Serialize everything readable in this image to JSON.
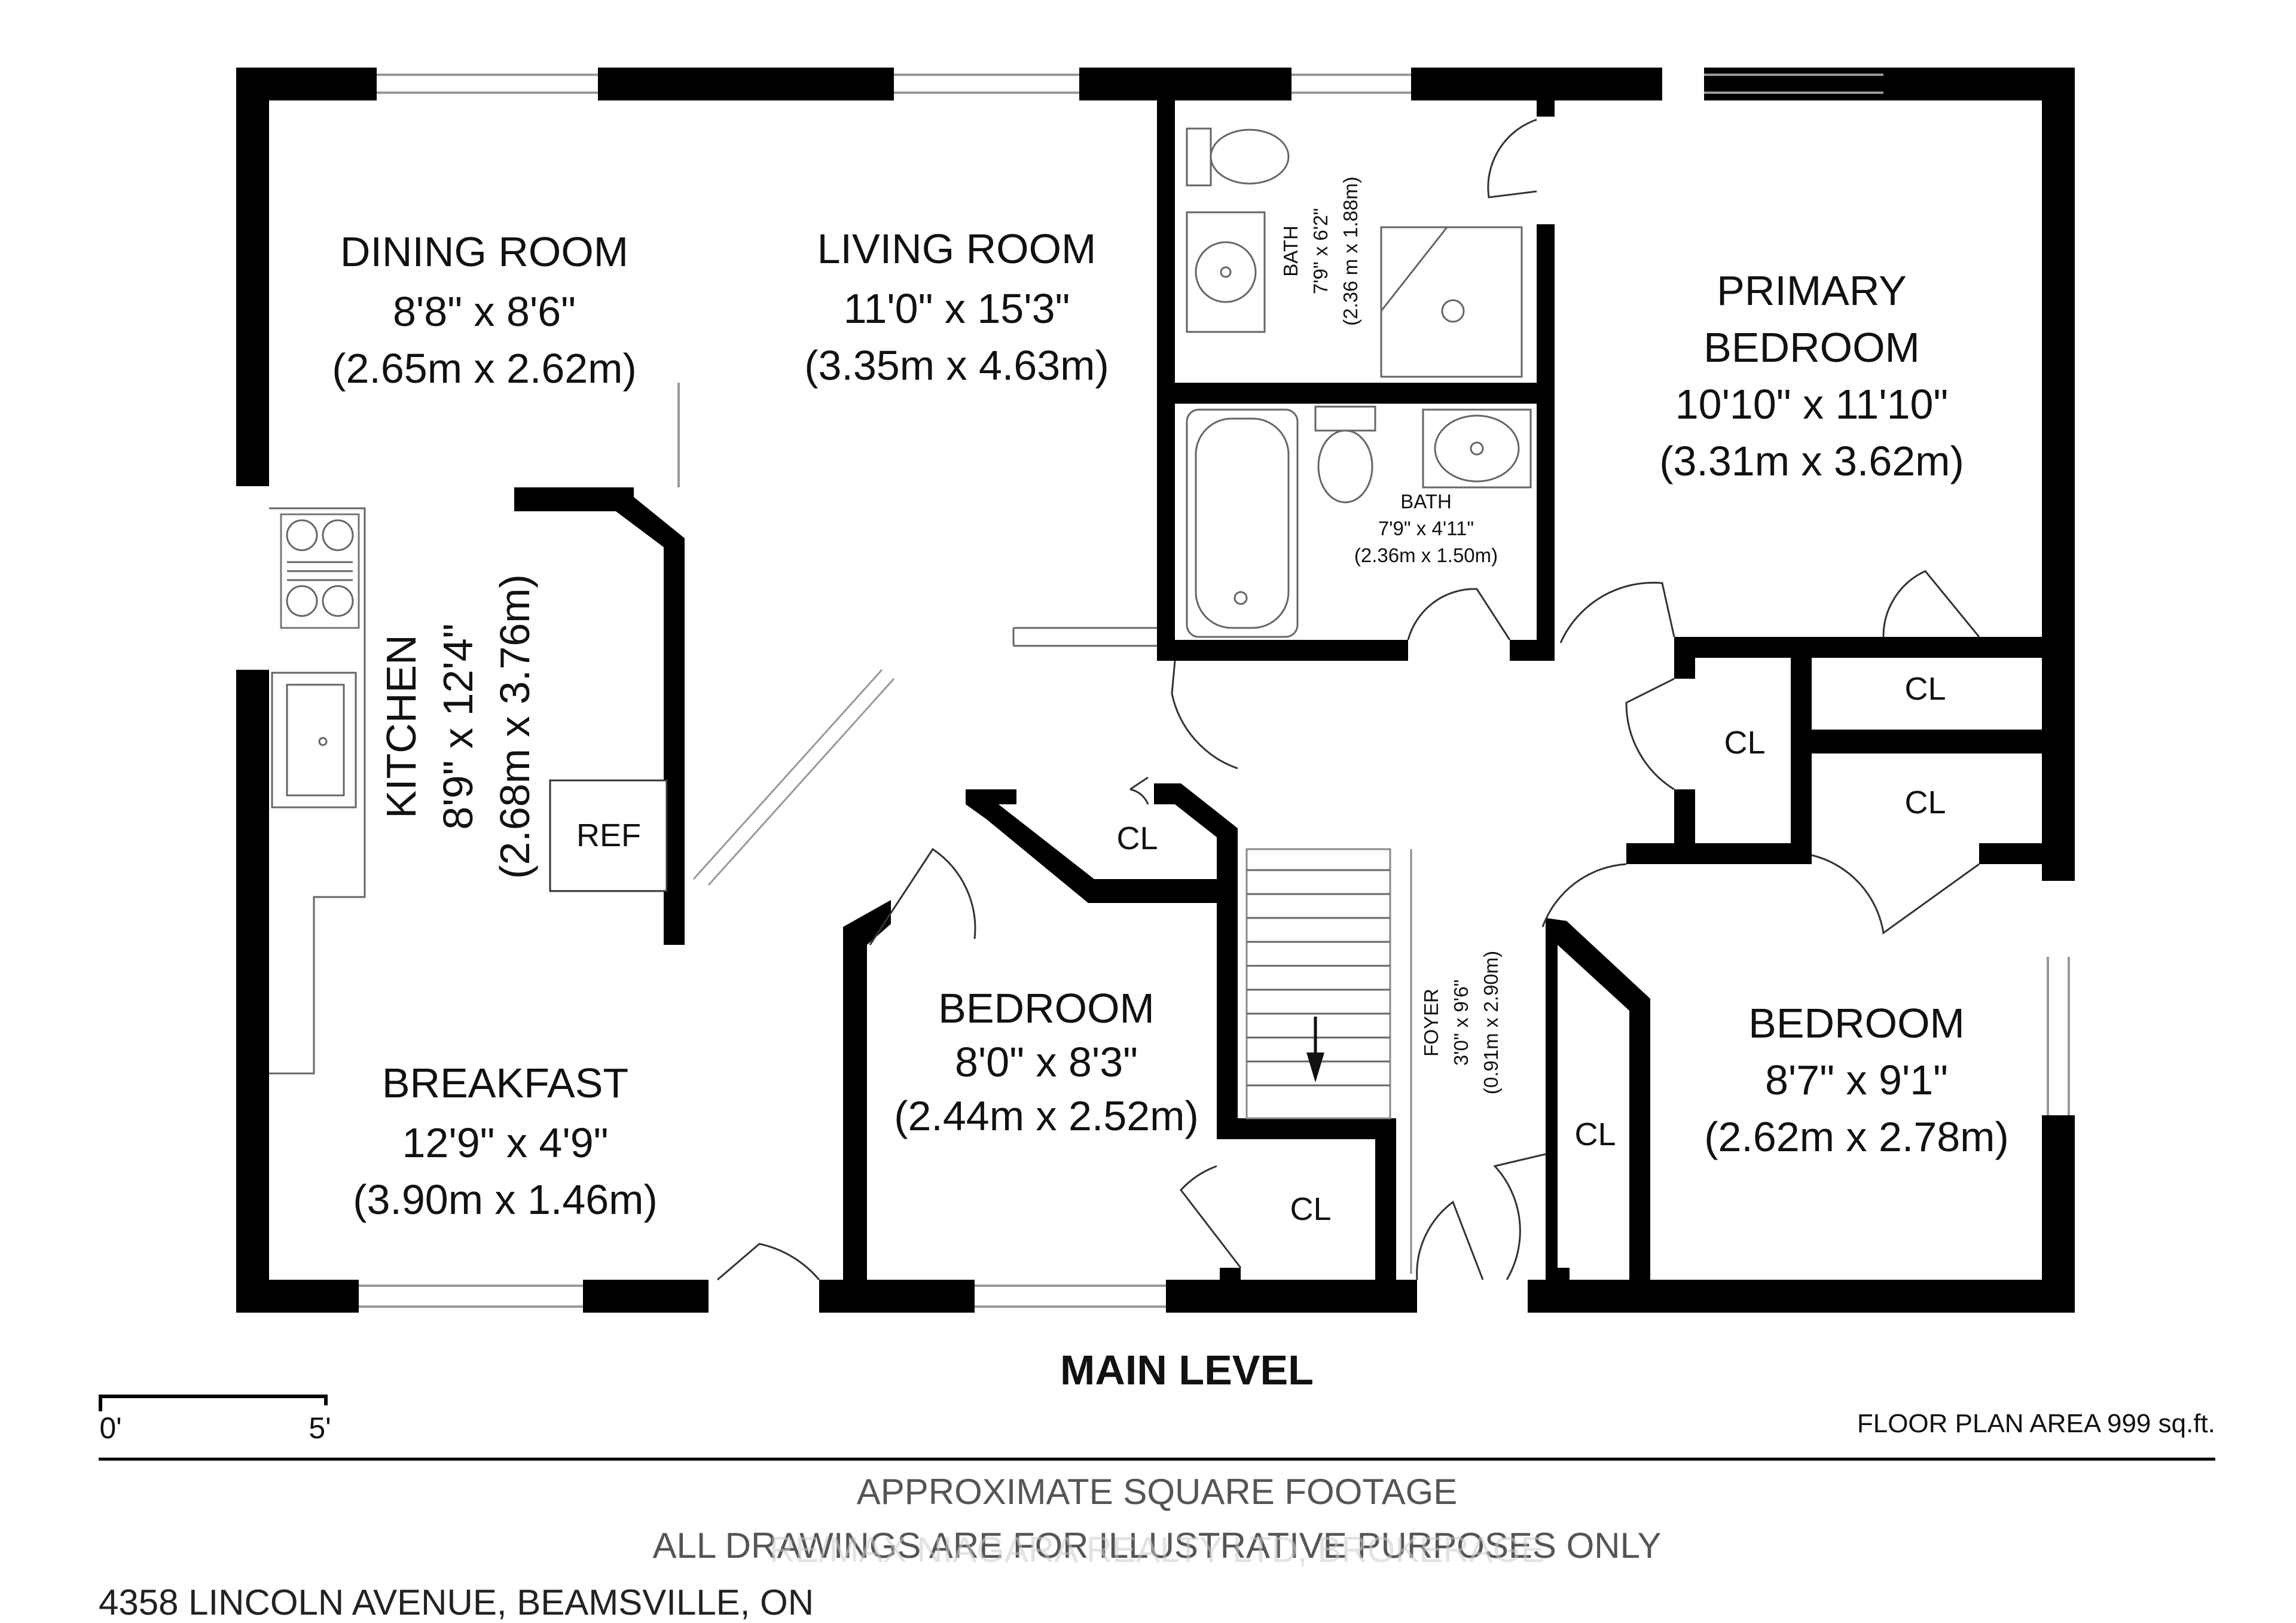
{
  "plan": {
    "title": "MAIN LEVEL",
    "area": "FLOOR PLAN AREA 999 sq.ft.",
    "scale": {
      "start": "0'",
      "end": "5'"
    },
    "disclaimer": {
      "line1": "APPROXIMATE SQUARE FOOTAGE",
      "line2": "ALL DRAWINGS ARE FOR ILLUSTRATIVE PURPOSES ONLY"
    },
    "address": "4358 LINCOLN AVENUE, BEAMSVILLE, ON",
    "watermark": "RE/MAX NIAGARA REALTY LTD, BROKERAGE",
    "colors": {
      "wall": "#000000",
      "fixture": "#bbbbbb",
      "text": "#111111"
    }
  },
  "rooms": {
    "dining": {
      "name": "DINING ROOM",
      "dim_imperial": "8'8\" x 8'6\"",
      "dim_metric": "(2.65m x 2.62m)"
    },
    "living": {
      "name": "LIVING ROOM",
      "dim_imperial": "11'0\" x 15'3\"",
      "dim_metric": "(3.35m x 4.63m)"
    },
    "bath1": {
      "name": "BATH",
      "dim_imperial": "7'9\" x 6'2\"",
      "dim_metric": "(2.36 m x 1.88m)"
    },
    "bath2": {
      "name": "BATH",
      "dim_imperial": "7'9\" x 4'11\"",
      "dim_metric": "(2.36m x 1.50m)"
    },
    "primary": {
      "name_line1": "PRIMARY",
      "name_line2": "BEDROOM",
      "dim_imperial": "10'10\" x 11'10\"",
      "dim_metric": "(3.31m x 3.62m)"
    },
    "kitchen": {
      "name": "KITCHEN",
      "dim_imperial": "8'9\" x 12'4\"",
      "dim_metric": "(2.68m x 3.76m)"
    },
    "ref": "REF",
    "breakfast": {
      "name": "BREAKFAST",
      "dim_imperial": "12'9\" x 4'9\"",
      "dim_metric": "(3.90m x 1.46m)"
    },
    "bedroom2": {
      "name": "BEDROOM",
      "dim_imperial": "8'0\" x 8'3\"",
      "dim_metric": "(2.44m x 2.52m)"
    },
    "foyer": {
      "name": "FOYER",
      "dim_imperial": "3'0\" x 9'6\"",
      "dim_metric": "(0.91m x 2.90m)"
    },
    "bedroom3": {
      "name": "BEDROOM",
      "dim_imperial": "8'7\" x 9'1\"",
      "dim_metric": "(2.62m x 2.78m)"
    },
    "closets": {
      "hall": "CL",
      "primary_upper": "CL",
      "primary_lower": "CL",
      "bedroom2": "CL",
      "stair": "CL",
      "bedroom3": "CL"
    }
  }
}
